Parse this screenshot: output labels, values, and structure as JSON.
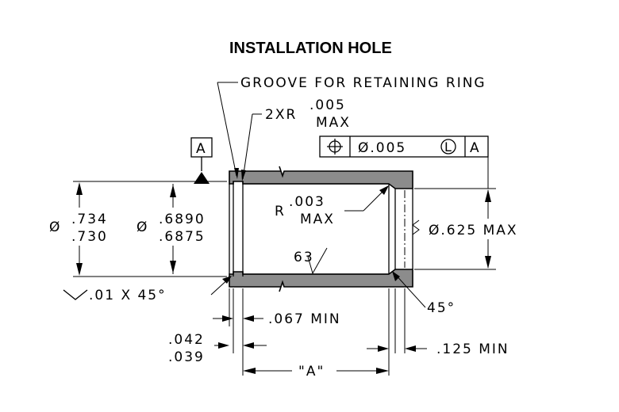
{
  "title": "INSTALLATION HOLE",
  "callouts": {
    "groove": "GROOVE FOR RETAINING RING",
    "radius_outer_prefix": "2XR",
    "radius_outer_value": ".005",
    "radius_outer_suffix": "MAX",
    "radius_inner_prefix": "R",
    "radius_inner_value": ".003",
    "radius_inner_suffix": "MAX",
    "datum": "A",
    "finish": "63",
    "chamfer": ".01 X 45°",
    "angle": "45°"
  },
  "feature_control_frame": {
    "symbol": "position",
    "tolerance": "Ø.005",
    "modifier": "L",
    "datum": "A"
  },
  "dimensions": {
    "outer_dia_prefix": "Ø",
    "outer_dia_upper": ".734",
    "outer_dia_lower": ".730",
    "bore_dia_prefix": "Ø",
    "bore_dia_upper": ".6890",
    "bore_dia_lower": ".6875",
    "relief_dia": "Ø.625 MAX",
    "groove_width": ".067 MIN",
    "groove_offset_upper": ".042",
    "groove_offset_lower": ".039",
    "depth_a": "\"A\"",
    "relief_length": ".125 MIN"
  }
}
